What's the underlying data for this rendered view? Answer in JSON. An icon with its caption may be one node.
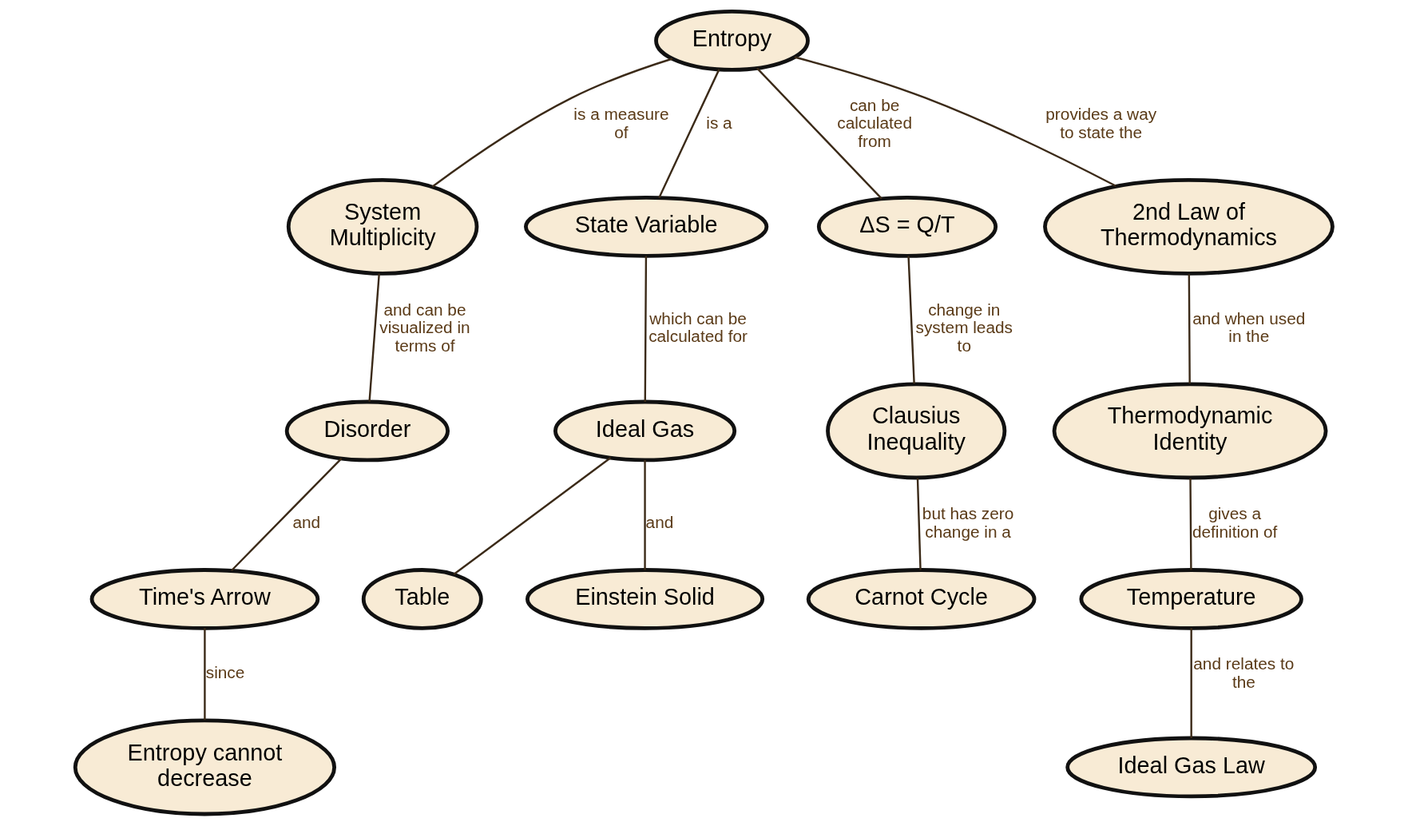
{
  "diagram": {
    "nodes": [
      {
        "text": [
          "Entropy"
        ]
      },
      {
        "text": [
          "System Multiplicity"
        ]
      },
      {
        "text": [
          "State Variable"
        ]
      },
      {
        "text": [
          "ΔS = Q/T"
        ]
      },
      {
        "text": [
          "2nd Law of Thermodynamics"
        ]
      },
      {
        "text": [
          "Disorder"
        ]
      },
      {
        "text": [
          "Ideal Gas"
        ]
      },
      {
        "text": [
          "Clausius Inequality"
        ]
      },
      {
        "text": [
          "Thermodynamic Identity"
        ]
      },
      {
        "text": [
          "Time's Arrow"
        ]
      },
      {
        "text": [
          "Table"
        ]
      },
      {
        "text": [
          "Einstein Solid"
        ]
      },
      {
        "text": [
          "Carnot Cycle"
        ]
      },
      {
        "text": [
          "Temperature"
        ]
      },
      {
        "text": [
          "Entropy cannot decrease"
        ]
      },
      {
        "text": [
          "Ideal Gas Law"
        ]
      }
    ],
    "edges": [
      {
        "from": 0,
        "to": 1,
        "arrow": "none",
        "label": "is a measure of"
      },
      {
        "from": 0,
        "to": 2,
        "arrow": "none",
        "label": "is a"
      },
      {
        "from": 0,
        "to": 3,
        "arrow": "none",
        "label": "can be calculated from"
      },
      {
        "from": 0,
        "to": 4,
        "arrow": "none",
        "label": "provides a way to state the"
      },
      {
        "from": 1,
        "to": 5,
        "arrow": "none",
        "label": "and can be visualized in terms of"
      },
      {
        "from": 2,
        "to": 6,
        "arrow": "none",
        "label": "which can be calculated for"
      },
      {
        "from": 3,
        "to": 7,
        "arrow": "none",
        "label": "change in system leads to"
      },
      {
        "from": 4,
        "to": 8,
        "arrow": "none",
        "label": "and when used in the"
      },
      {
        "from": 5,
        "to": 9,
        "arrow": "none",
        "label": "and"
      },
      {
        "from": 6,
        "to": 11,
        "arrow": "none",
        "label": "and"
      },
      {
        "from": 6,
        "to": 10,
        "arrow": "none"
      },
      {
        "from": 7,
        "to": 12,
        "arrow": "none",
        "label": "but has zero change in a"
      },
      {
        "from": 8,
        "to": 13,
        "arrow": "none",
        "label": "gives a definition of"
      },
      {
        "from": 9,
        "to": 14,
        "arrow": "none",
        "label": "since"
      },
      {
        "from": 13,
        "to": 15,
        "arrow": "none",
        "label": "and relates to the"
      }
    ]
  }
}
